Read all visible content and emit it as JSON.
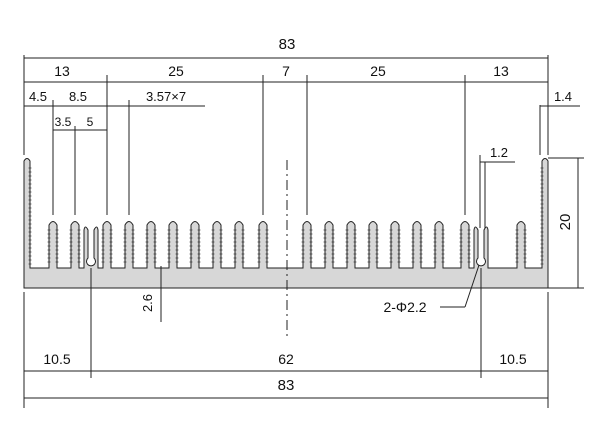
{
  "drawing": {
    "body_color": "#d7d7d7",
    "line_color": "#222222",
    "overall_width_top": "83",
    "overall_width_bottom": "83",
    "segments": [
      "13",
      "25",
      "7",
      "25",
      "13"
    ],
    "offset_left": "4.5",
    "pitch_first": "8.5",
    "pitch_rest": "3.57×7",
    "fin_gap_a": "3.5",
    "fin_gap_b": "5",
    "wall_thickness": "1.4",
    "fin_tip": "1.2",
    "height": "20",
    "base_thickness": "2.6",
    "hole_label": "2-Φ2.2",
    "hole_offset_left": "10.5",
    "hole_spacing": "62",
    "hole_offset_right": "10.5"
  }
}
